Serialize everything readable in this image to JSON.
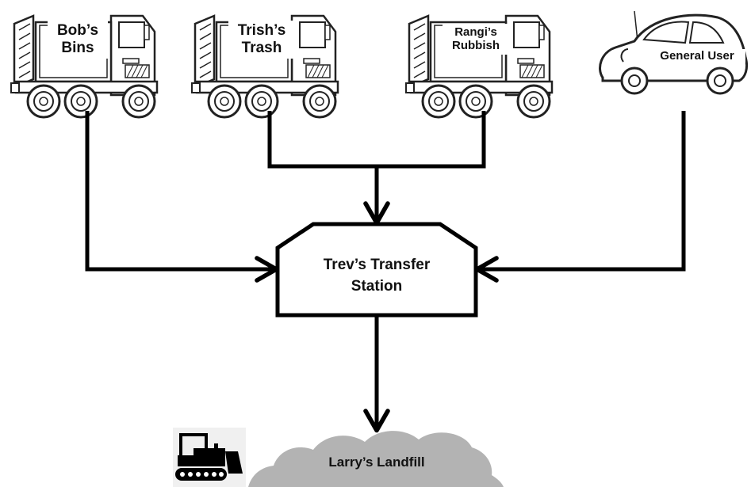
{
  "diagram": {
    "trucks": [
      {
        "label_line1": "Bob’s",
        "label_line2": "Bins"
      },
      {
        "label_line1": "Trish’s",
        "label_line2": "Trash"
      },
      {
        "label_line1": "Rangi’s",
        "label_line2": "Rubbish"
      }
    ],
    "car": {
      "label": "General User"
    },
    "station": {
      "label_line1": "Trev’s Transfer",
      "label_line2": "Station"
    },
    "landfill": {
      "label": "Larry’s Landfill"
    },
    "icons": {
      "truck": "garbage-truck-icon",
      "car": "car-icon",
      "bulldozer": "bulldozer-icon",
      "cloud": "cloud-shape"
    },
    "colors": {
      "line": "#000000",
      "cloud_fill": "#b3b3b3",
      "box_fill": "#ffffff"
    }
  }
}
